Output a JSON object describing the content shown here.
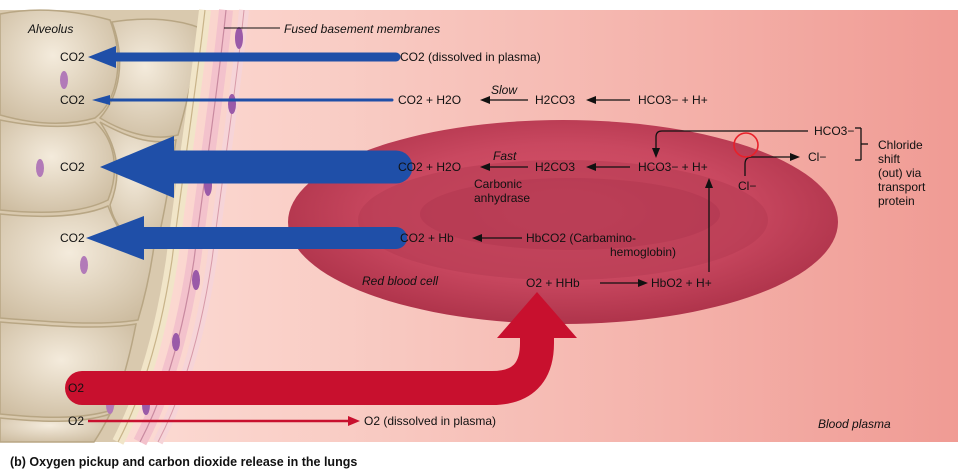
{
  "labels": {
    "alveolus": "Alveolus",
    "fused_membranes": "Fused basement membranes",
    "red_blood_cell": "Red blood cell",
    "blood_plasma": "Blood plasma",
    "slow": "Slow",
    "fast": "Fast",
    "carbonic": "Carbonic",
    "anhydrase": "anhydrase",
    "chloride_1": "Chloride",
    "chloride_2": "shift",
    "chloride_3": "(out) via",
    "chloride_4": "transport",
    "chloride_5": "protein"
  },
  "alveolar_side": {
    "co2_a": "CO2",
    "co2_b": "CO2",
    "co2_c": "CO2",
    "co2_d": "CO2",
    "o2_a": "O2",
    "o2_b": "O2"
  },
  "plasma_row": {
    "co2_dissolved": "CO2 (dissolved in plasma)",
    "slow_reaction_left": "CO2 + H2O",
    "slow_reaction_mid": "H2CO3",
    "slow_reaction_right": "HCO3− + H+",
    "o2_dissolved": "O2 (dissolved in plasma)"
  },
  "cell_reactions": {
    "fast_left": "CO2 + H2O",
    "fast_mid": "H2CO3",
    "fast_right": "HCO3− + H+",
    "carbamino_left": "CO2 + Hb",
    "carbamino_right_1": "HbCO2 (Carbamino-",
    "carbamino_right_2": "hemoglobin)",
    "oxy_left": "O2 + HHb",
    "oxy_right": "HbO2 + H+"
  },
  "chloride_shift": {
    "hco3_out": "HCO3−",
    "cl_in_cell": "Cl−",
    "cl_plasma": "Cl−"
  },
  "caption": "(b) Oxygen pickup and carbon dioxide release in the lungs",
  "colors": {
    "co2_arrow": "#1f4fa8",
    "o2_arrow": "#c8102e",
    "rbc": "#c2415a",
    "plasma": "#f5b0aa",
    "alveolus": "#ece0cc"
  }
}
